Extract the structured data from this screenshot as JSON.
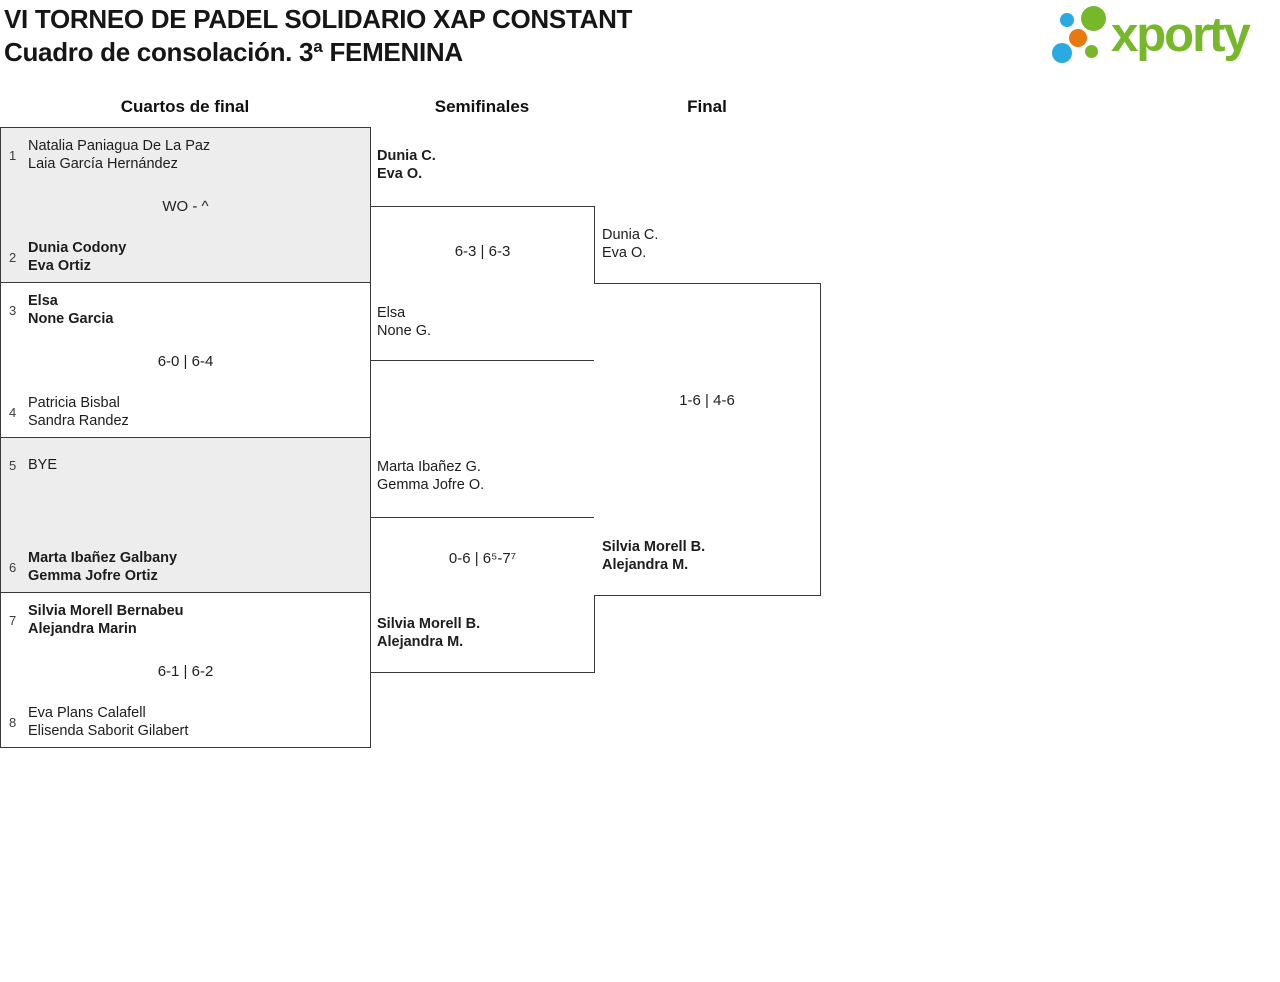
{
  "header": {
    "title_line1": "VI TORNEO DE PADEL SOLIDARIO XAP CONSTANT",
    "title_line2": "Cuadro de consolación. 3ª FEMENINA"
  },
  "logo": {
    "text": "xporty",
    "colors": {
      "green": "#76b82a",
      "blue": "#29abe2",
      "orange": "#e8790f"
    }
  },
  "round_headers": [
    "Cuartos de final",
    "Semifinales",
    "Final"
  ],
  "bracket": {
    "quarterfinals": [
      {
        "top": {
          "seed": "1",
          "line1": "Natalia Paniagua De La Paz",
          "line2": "Laia García Hernández",
          "winner": false
        },
        "score": "WO - ^",
        "bottom": {
          "seed": "2",
          "line1": "Dunia Codony",
          "line2": "Eva Ortiz",
          "winner": true
        }
      },
      {
        "top": {
          "seed": "3",
          "line1": "Elsa",
          "line2": "None Garcia",
          "winner": true
        },
        "score": "6-0 | 6-4",
        "bottom": {
          "seed": "4",
          "line1": "Patricia Bisbal",
          "line2": "Sandra Randez",
          "winner": false
        }
      },
      {
        "top": {
          "seed": "5",
          "line1": "BYE",
          "line2": "",
          "winner": false
        },
        "score": "",
        "bottom": {
          "seed": "6",
          "line1": "Marta Ibañez Galbany",
          "line2": "Gemma Jofre Ortiz",
          "winner": true
        }
      },
      {
        "top": {
          "seed": "7",
          "line1": "Silvia Morell Bernabeu",
          "line2": "Alejandra Marin",
          "winner": true
        },
        "score": "6-1 | 6-2",
        "bottom": {
          "seed": "8",
          "line1": "Eva Plans Calafell",
          "line2": "Elisenda Saborit Gilabert",
          "winner": false
        }
      }
    ],
    "semifinals": [
      {
        "top": {
          "line1": "Dunia C.",
          "line2": "Eva O.",
          "winner": true
        },
        "score": "6-3 | 6-3",
        "bottom": {
          "line1": "Elsa",
          "line2": "None G.",
          "winner": false
        }
      },
      {
        "top": {
          "line1": "Marta Ibañez G.",
          "line2": "Gemma Jofre O.",
          "winner": false
        },
        "score": "0-6 | 6⁵-7⁷",
        "bottom": {
          "line1": "Silvia Morell B.",
          "line2": "Alejandra M.",
          "winner": true
        }
      }
    ],
    "final": {
      "top": {
        "line1": "Dunia C.",
        "line2": "Eva O.",
        "winner": false
      },
      "score": "1-6 | 4-6",
      "bottom": {
        "line1": "Silvia Morell B.",
        "line2": "Alejandra M.",
        "winner": true
      }
    }
  }
}
